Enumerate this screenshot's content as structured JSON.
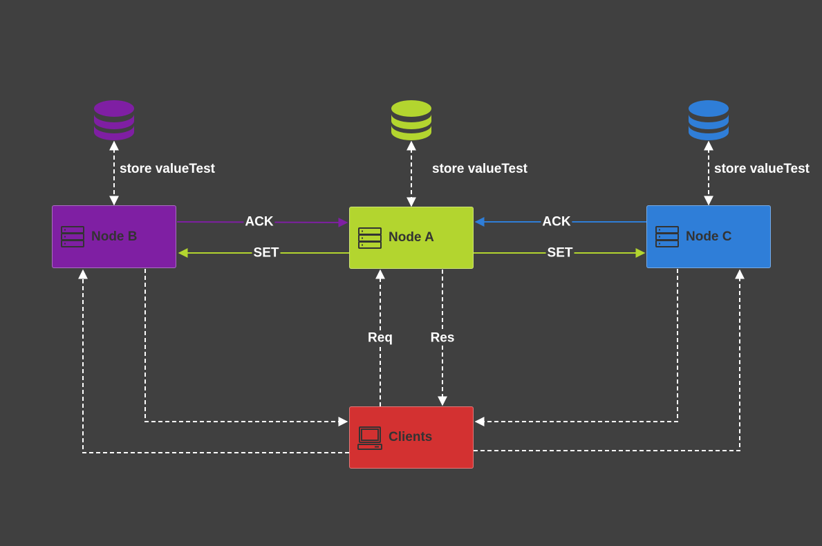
{
  "colors": {
    "background": "#404040",
    "node_a": "#b3d52f",
    "node_b": "#7f1fa3",
    "node_c": "#2f7ed8",
    "clients": "#d33131",
    "dashed": "#ffffff"
  },
  "nodes": {
    "node_b": {
      "label": "Node B",
      "icon": "server-icon"
    },
    "node_a": {
      "label": "Node A",
      "icon": "server-icon"
    },
    "node_c": {
      "label": "Node C",
      "icon": "server-icon"
    },
    "clients": {
      "label": "Clients",
      "icon": "computer-icon"
    }
  },
  "databases": {
    "db_b": {
      "icon": "database-icon",
      "label": "store valueTest"
    },
    "db_a": {
      "icon": "database-icon",
      "label": "store valueTest"
    },
    "db_c": {
      "icon": "database-icon",
      "label": "store valueTest"
    }
  },
  "edges": {
    "ack_b_to_a": "ACK",
    "set_a_to_b": "SET",
    "ack_c_to_a": "ACK",
    "set_a_to_c": "SET",
    "req": "Req",
    "res": "Res"
  }
}
